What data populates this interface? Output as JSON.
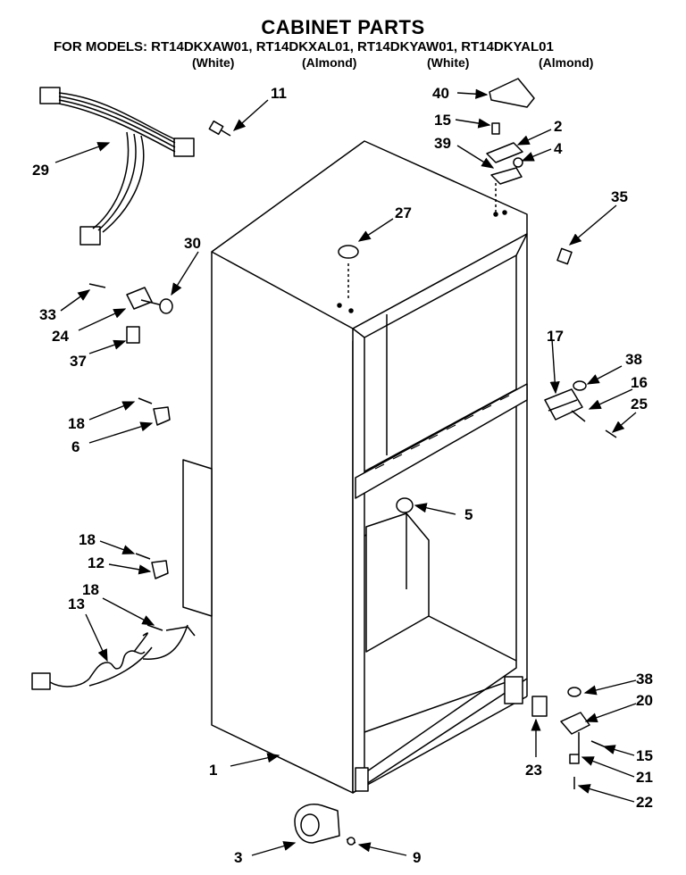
{
  "header": {
    "title": "CABINET PARTS",
    "models_line": "FOR MODELS: RT14DKXAW01, RT14DKXAL01, RT14DKYAW01, RT14DKYAL01",
    "colors": [
      "(White)",
      "(Almond)",
      "(White)",
      "(Almond)"
    ]
  },
  "callouts": {
    "p1": "1",
    "p2": "2",
    "p3": "3",
    "p4": "4",
    "p5": "5",
    "p6": "6",
    "p9": "9",
    "p11": "11",
    "p12": "12",
    "p13": "13",
    "p15a": "15",
    "p15b": "15",
    "p16": "16",
    "p17": "17",
    "p18a": "18",
    "p18b": "18",
    "p18c": "18",
    "p20": "20",
    "p21": "21",
    "p22": "22",
    "p23": "23",
    "p24": "24",
    "p25": "25",
    "p27": "27",
    "p29": "29",
    "p30": "30",
    "p33": "33",
    "p35": "35",
    "p37": "37",
    "p38a": "38",
    "p38b": "38",
    "p39": "39",
    "p40": "40"
  }
}
